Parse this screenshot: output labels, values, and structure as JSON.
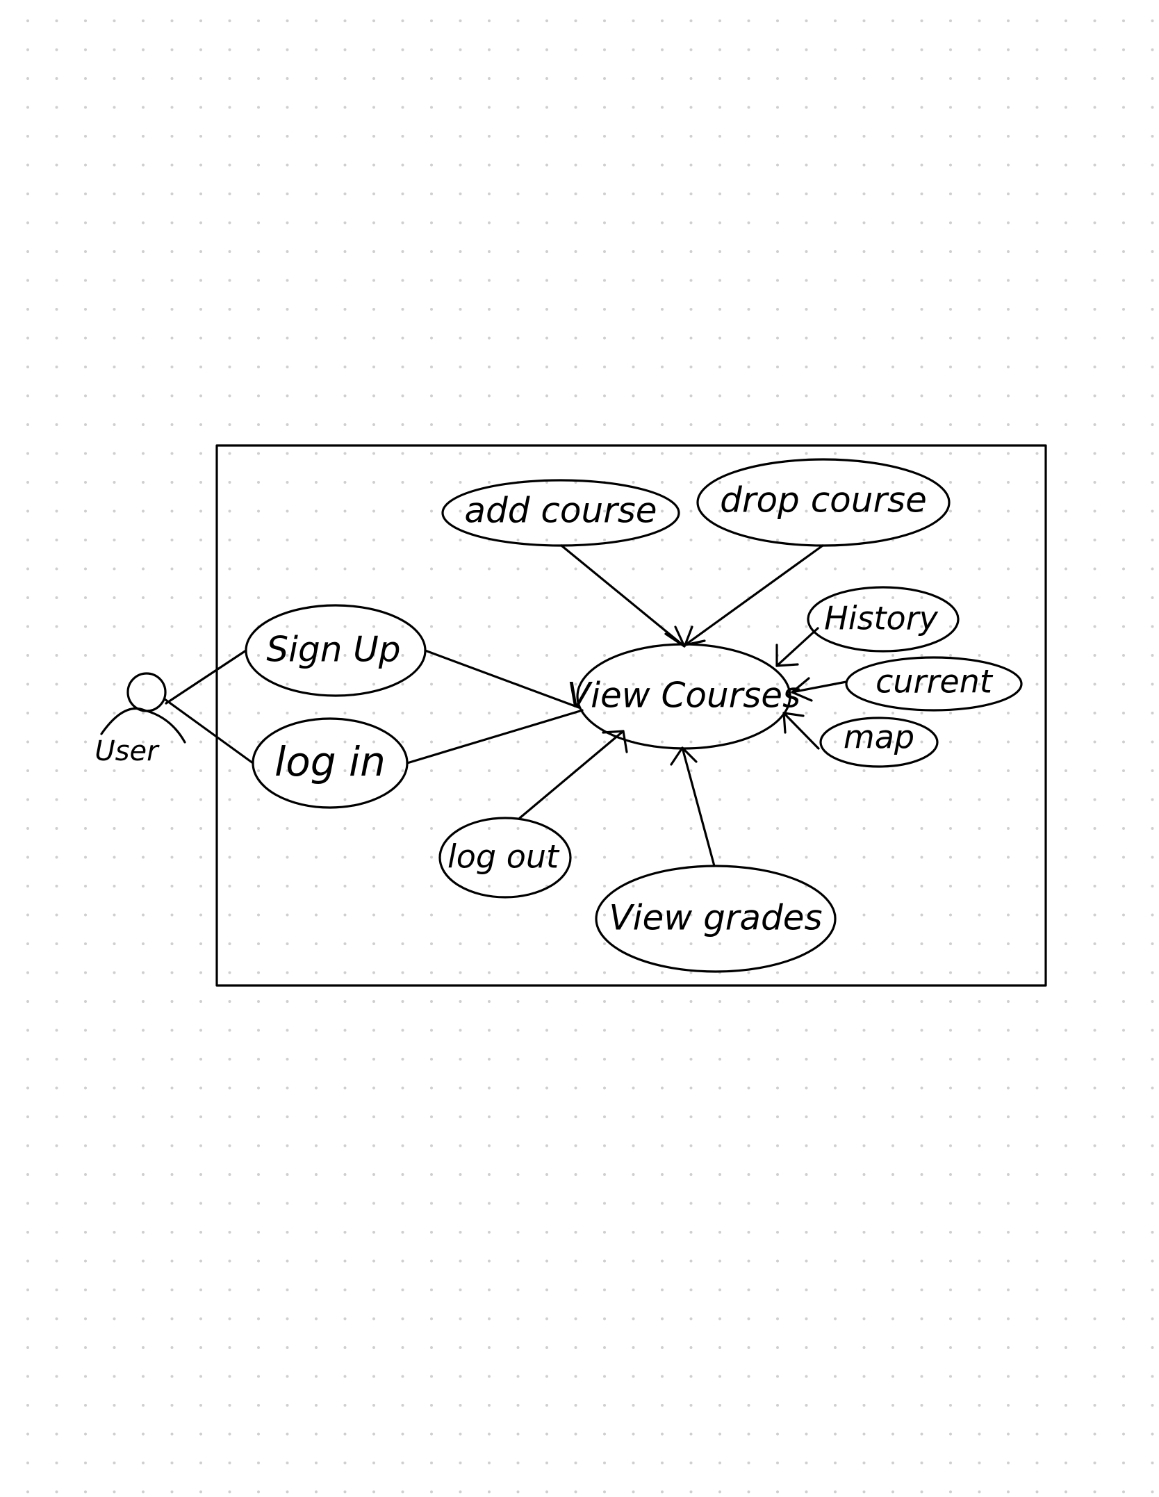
{
  "diagram": {
    "actor": {
      "label": "User"
    },
    "use_cases": {
      "add_course": "add course",
      "drop_course": "drop course",
      "sign_up": "Sign Up",
      "log_in": "log in",
      "view_courses": "View Courses",
      "history": "History",
      "current": "current",
      "map": "map",
      "log_out": "log out",
      "view_grades": "View grades"
    }
  }
}
